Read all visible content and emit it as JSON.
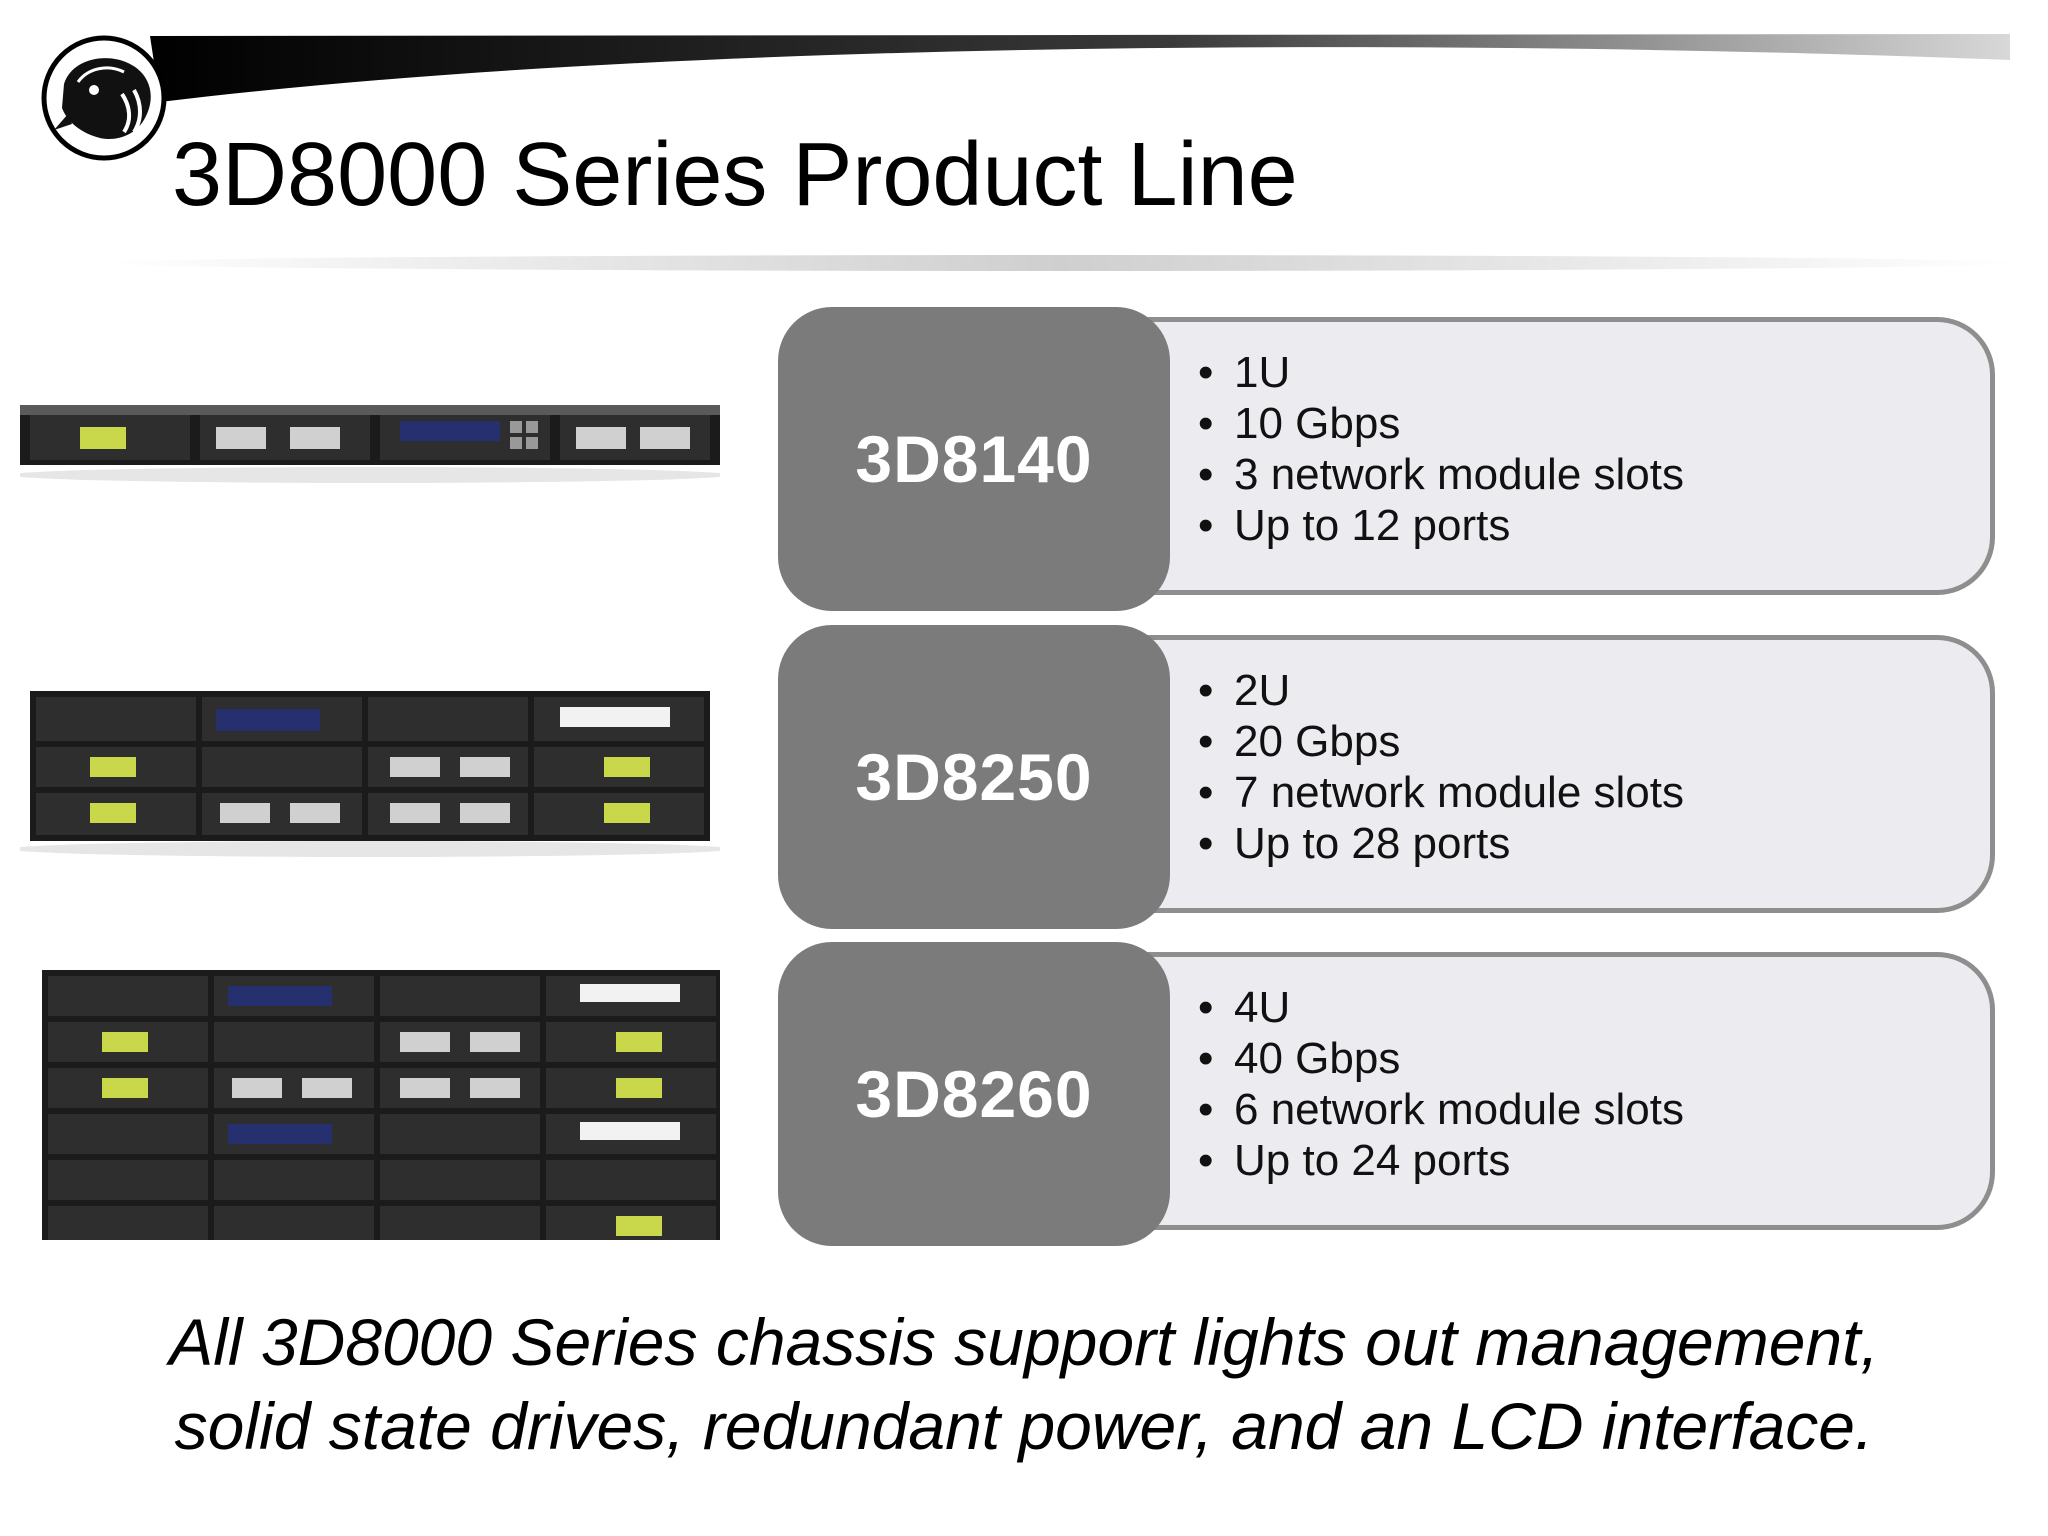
{
  "slide": {
    "title": "3D8000 Series Product Line",
    "logo_icon": "boar-head-logo-icon",
    "accent_colors": {
      "model_box": "#7b7b7b",
      "specs_box": "#ececf0",
      "specs_border": "#8e8e8e"
    }
  },
  "products": [
    {
      "model": "3D8140",
      "chassis_icon": "1u-appliance-icon",
      "specs": [
        "1U",
        "10 Gbps",
        "3 network module slots",
        "Up to 12 ports"
      ]
    },
    {
      "model": "3D8250",
      "chassis_icon": "2u-appliance-icon",
      "specs": [
        "2U",
        "20 Gbps",
        "7 network module slots",
        "Up to 28 ports"
      ]
    },
    {
      "model": "3D8260",
      "chassis_icon": "4u-appliance-icon",
      "specs": [
        "4U",
        "40 Gbps",
        "6 network module slots",
        "Up to 24 ports"
      ]
    }
  ],
  "footer": {
    "line1": "All 3D8000 Series chassis support lights out management,",
    "line2": "solid state drives, redundant power, and an LCD interface."
  }
}
